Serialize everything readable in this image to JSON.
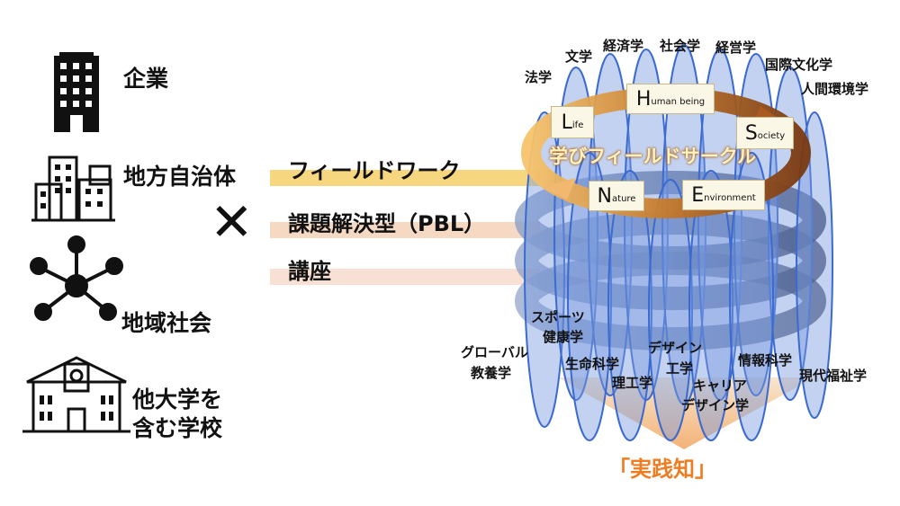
{
  "left": {
    "stakeholders": [
      {
        "label": "企業",
        "icon": "office-building-icon"
      },
      {
        "label": "地方自治体",
        "icon": "city-buildings-icon"
      },
      {
        "label": "地域社会",
        "icon": "network-icon"
      },
      {
        "label_line1": "他大学を",
        "label_line2": "含む学校",
        "icon": "school-icon"
      }
    ],
    "cross_symbol": "✕"
  },
  "methods": [
    {
      "label": "フィールドワーク",
      "color": "#f6cf6a"
    },
    {
      "label": "課題解決型（PBL）",
      "color": "#f5d2b8"
    },
    {
      "label": "講座",
      "color": "#f7dccc"
    }
  ],
  "circle": {
    "title": "学びフィールドサークル",
    "boxes": [
      {
        "cap": "L",
        "rest": "ife"
      },
      {
        "cap": "H",
        "rest": "uman being"
      },
      {
        "cap": "S",
        "rest": "ociety"
      },
      {
        "cap": "N",
        "rest": "ature"
      },
      {
        "cap": "E",
        "rest": "nvironment"
      }
    ]
  },
  "top_disciplines": [
    "法学",
    "文学",
    "経済学",
    "社会学",
    "経営学",
    "国際文化学",
    "人間環境学"
  ],
  "bottom_disciplines": {
    "global_1": "グローバル",
    "global_2": "教養学",
    "sports_1": "スポーツ",
    "sports_2": "健康学",
    "life_science": "生命科学",
    "engineering": "理工学",
    "design_eng_1": "デザイン",
    "design_eng_2": "工学",
    "career_1": "キャリア",
    "career_2": "デザイン学",
    "informatics": "情報科学",
    "welfare": "現代福祉学"
  },
  "result": "「実践知」",
  "colors": {
    "accent_orange": "#ee7d22",
    "ellipse_blue": "#4f7fd0"
  }
}
